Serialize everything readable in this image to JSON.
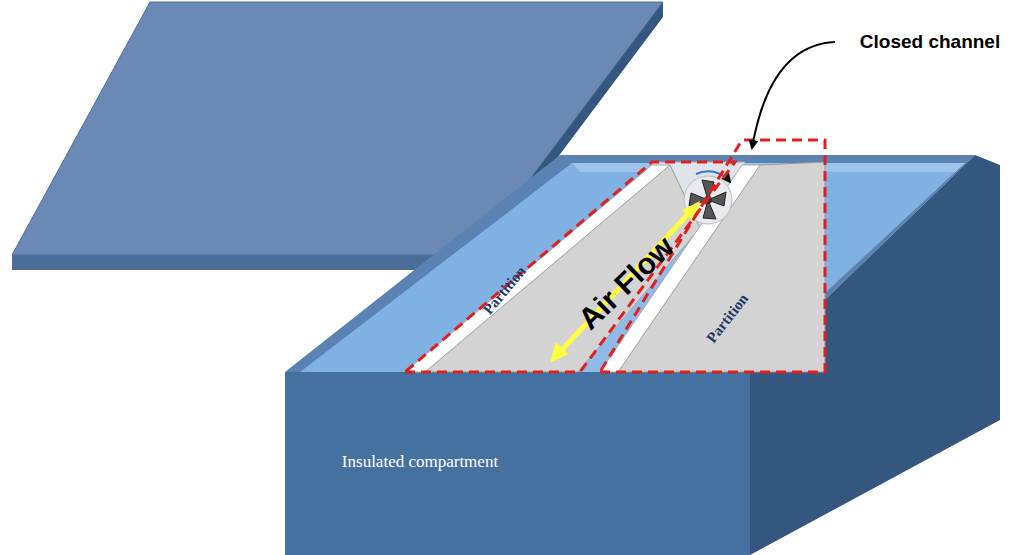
{
  "diagram": {
    "labels": [
      "Closed channel",
      "Air Flow",
      "Partition",
      "Partition",
      "Insulated compartment"
    ]
  }
}
